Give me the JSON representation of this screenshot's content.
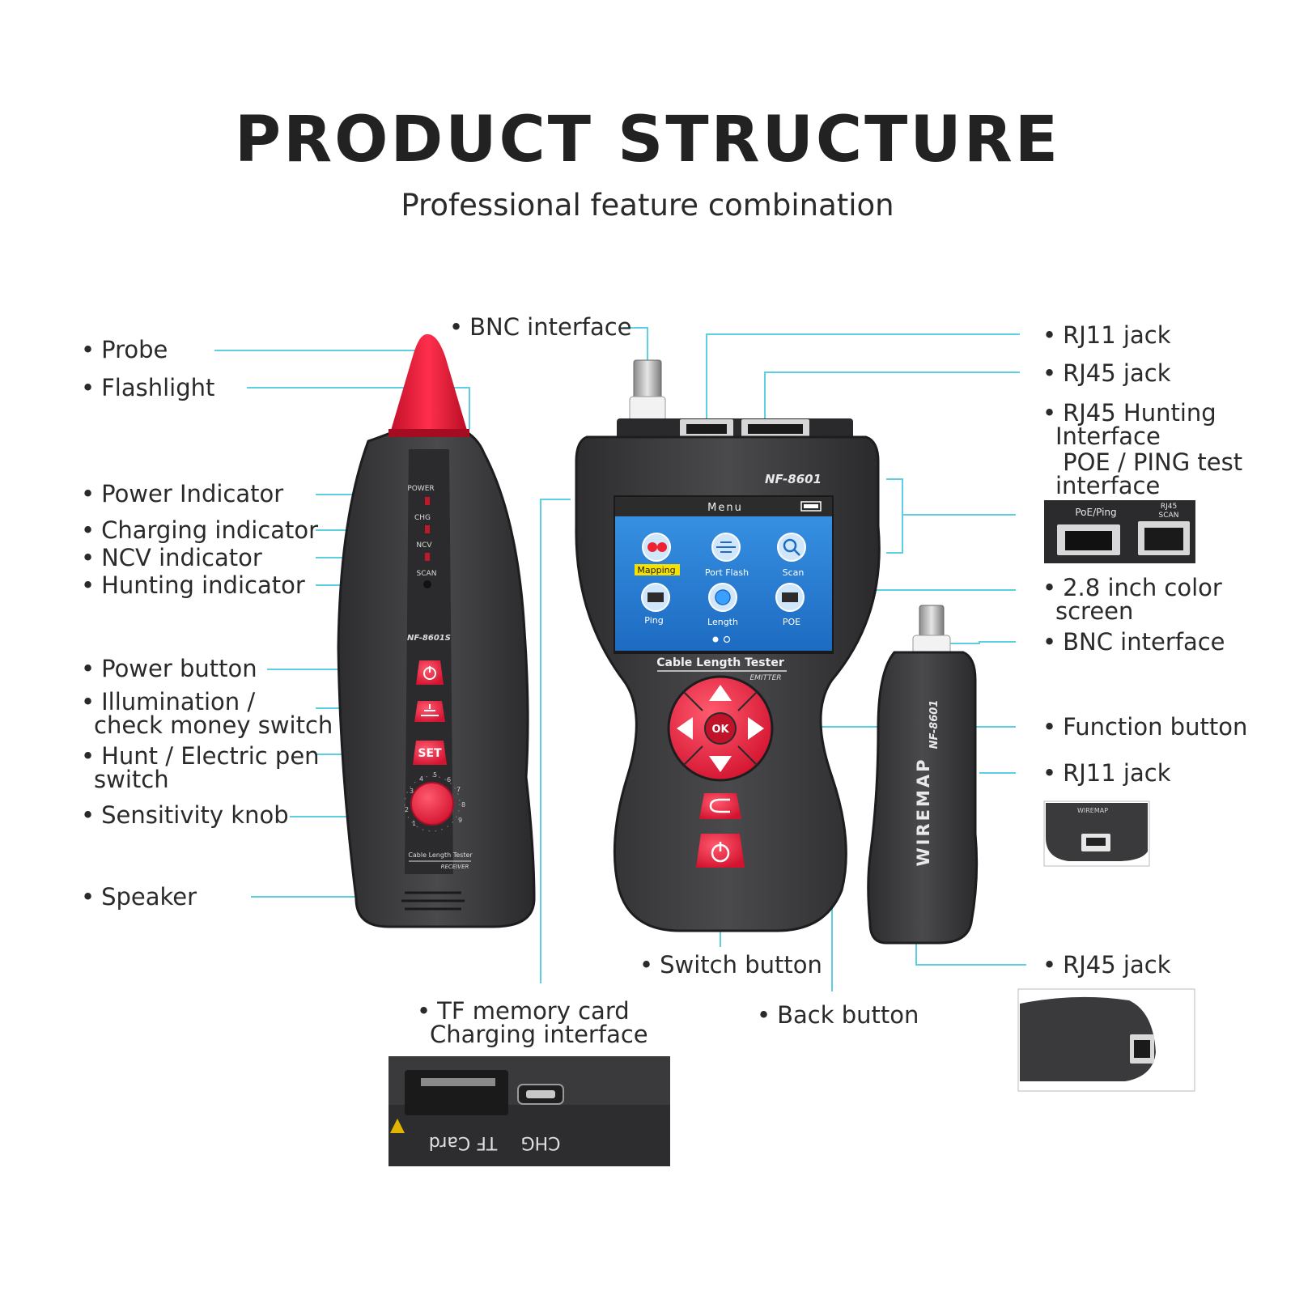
{
  "header": {
    "title": "PRODUCT STRUCTURE",
    "subtitle": "Professional feature combination"
  },
  "labels": {
    "probe": "Probe",
    "flashlight": "Flashlight",
    "power_indicator": "Power Indicator",
    "charging_indicator": "Charging indicator",
    "ncv_indicator": "NCV indicator",
    "hunting_indicator": "Hunting indicator",
    "power_button": "Power button",
    "illumination_1": "Illumination /",
    "illumination_2": "check money switch",
    "hunt_1": "Hunt / Electric pen",
    "hunt_2": "switch",
    "sensitivity_knob": "Sensitivity knob",
    "speaker": "Speaker",
    "bnc_top": "BNC interface",
    "rj11_top": "RJ11 jack",
    "rj45_top": "RJ45 jack",
    "rj45_hunting_1": "RJ45 Hunting",
    "rj45_hunting_2": "Interface",
    "poe_ping_1": "POE / PING test",
    "poe_ping_2": "interface",
    "screen_1": "2.8 inch color",
    "screen_2": "screen",
    "bnc_right": "BNC interface",
    "function_button": "Function button",
    "rj11_right": "RJ11 jack",
    "rj45_right": "RJ45 jack",
    "switch_button": "Switch button",
    "back_button": "Back button",
    "tf_1": "TF memory card",
    "tf_2": "Charging interface"
  },
  "receiver": {
    "led_power": "POWER",
    "led_chg": "CHG",
    "led_ncv": "NCV",
    "led_scan": "SCAN",
    "model": "NF-8601S",
    "set_label": "SET",
    "brand_1": "Cable Length Tester",
    "brand_2": "RECEIVER",
    "knob_digits": [
      "1",
      "2",
      "3",
      "4",
      "5",
      "6",
      "7",
      "8",
      "9"
    ]
  },
  "emitter": {
    "model": "NF-8601",
    "screen_title": "Menu",
    "menu_items": [
      "Mapping",
      "Port Flash",
      "Scan",
      "Ping",
      "Length",
      "POE"
    ],
    "brand_1": "Cable Length Tester",
    "brand_2": "EMITTER",
    "ok_label": "OK"
  },
  "remote": {
    "model": "NF-8601",
    "wiremap": "WIREMAP"
  },
  "insets": {
    "poe_ping": "PoE/Ping",
    "rj45_scan_1": "RJ45",
    "rj45_scan_2": "SCAN",
    "rj11_wiremap": "WIREMAP",
    "tf_card": "TF Card",
    "chg": "CHG"
  },
  "colors": {
    "leader_line": "#5ccfe0",
    "device_body": "#3a3a3c",
    "accent_red": "#e8203c",
    "screen_blue": "#2a7fd4"
  }
}
